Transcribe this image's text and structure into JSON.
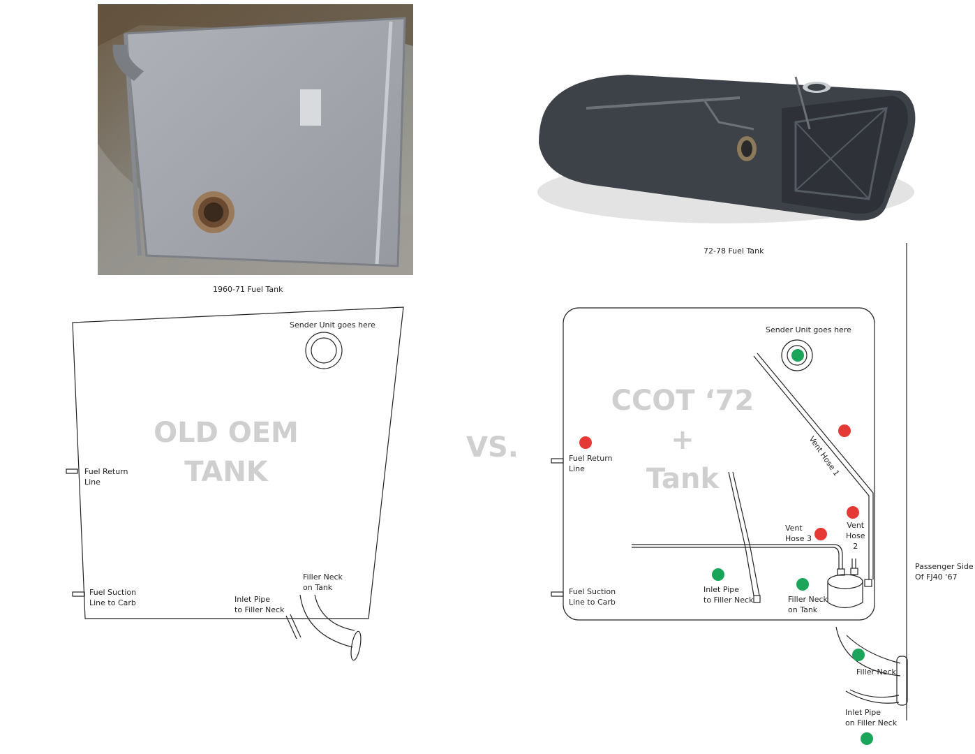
{
  "photos": {
    "left_caption": "1960-71 Fuel Tank",
    "right_caption": "72-78 Fuel Tank"
  },
  "old_tank": {
    "watermark_line1": "OLD OEM",
    "watermark_line2": "TANK",
    "sender": "Sender Unit goes here",
    "return_line1": "Fuel Return",
    "return_line2": "Line",
    "suction_line1": "Fuel Suction",
    "suction_line2": "Line to Carb",
    "inlet_line1": "Inlet Pipe",
    "inlet_line2": "to Filler Neck",
    "filler_line1": "Filler Neck",
    "filler_line2": "on Tank"
  },
  "vs": "VS.",
  "new_tank": {
    "watermark_line1": "CCOT ‘72 +",
    "watermark_line2": "Tank",
    "sender": "Sender Unit goes here",
    "return_line1": "Fuel Return",
    "return_line2": "Line",
    "suction_line1": "Fuel Suction",
    "suction_line2": "Line to Carb",
    "vent1": "Vent Hose 1",
    "vent2_l1": "Vent",
    "vent2_l2": "Hose",
    "vent2_l3": "2",
    "vent3_l1": "Vent",
    "vent3_l2": "Hose 3",
    "inlet_line1": "Inlet Pipe",
    "inlet_line2": "to Filler Neck",
    "filler_line1": "Filler Neck",
    "filler_line2": "on Tank",
    "filler_neck": "Filler Neck",
    "inlet_fn_line1": "Inlet Pipe",
    "inlet_fn_line2": "on Filler Neck",
    "passenger_line1": "Passenger Side",
    "passenger_line2": "Of FJ40 ‘67"
  },
  "colors": {
    "red_marker": "#e53935",
    "green_marker": "#1aa55a"
  }
}
